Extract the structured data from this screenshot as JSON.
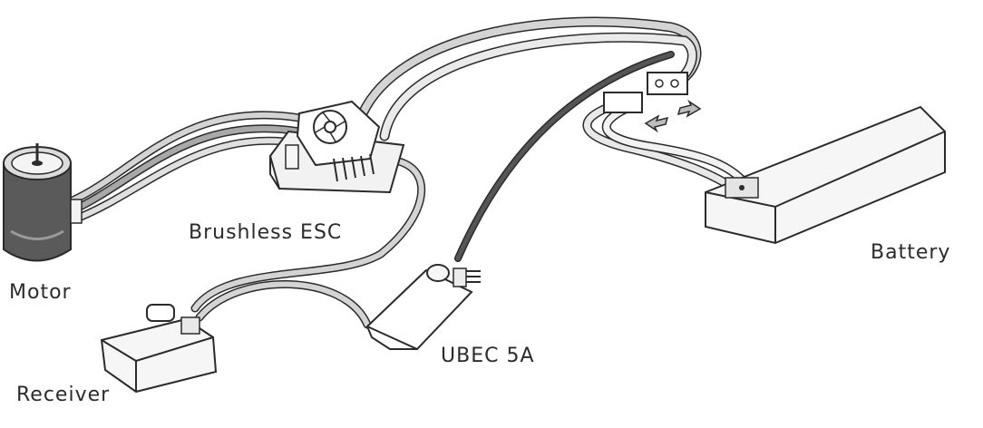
{
  "labels": {
    "motor": "Motor",
    "esc": "Brushless ESC",
    "battery": "Battery",
    "ubec": "UBEC 5A",
    "receiver": "Receiver"
  },
  "icons": {
    "motor": "brushless-motor-icon",
    "esc": "esc-with-fan-icon",
    "battery": "lipo-battery-icon",
    "ubec": "ubec-module-icon",
    "receiver": "receiver-box-icon",
    "plug": "battery-plug-icon",
    "socket": "battery-socket-icon",
    "arrows": "connect-arrows-icon"
  },
  "colors": {
    "line": "#2b2b2b",
    "wire_light": "#d4d4d4",
    "wire_mid": "#a8a8a8",
    "wire_dark": "#555555",
    "body_fill": "#f2f2f2",
    "motor_fill": "#5a5a5a"
  }
}
